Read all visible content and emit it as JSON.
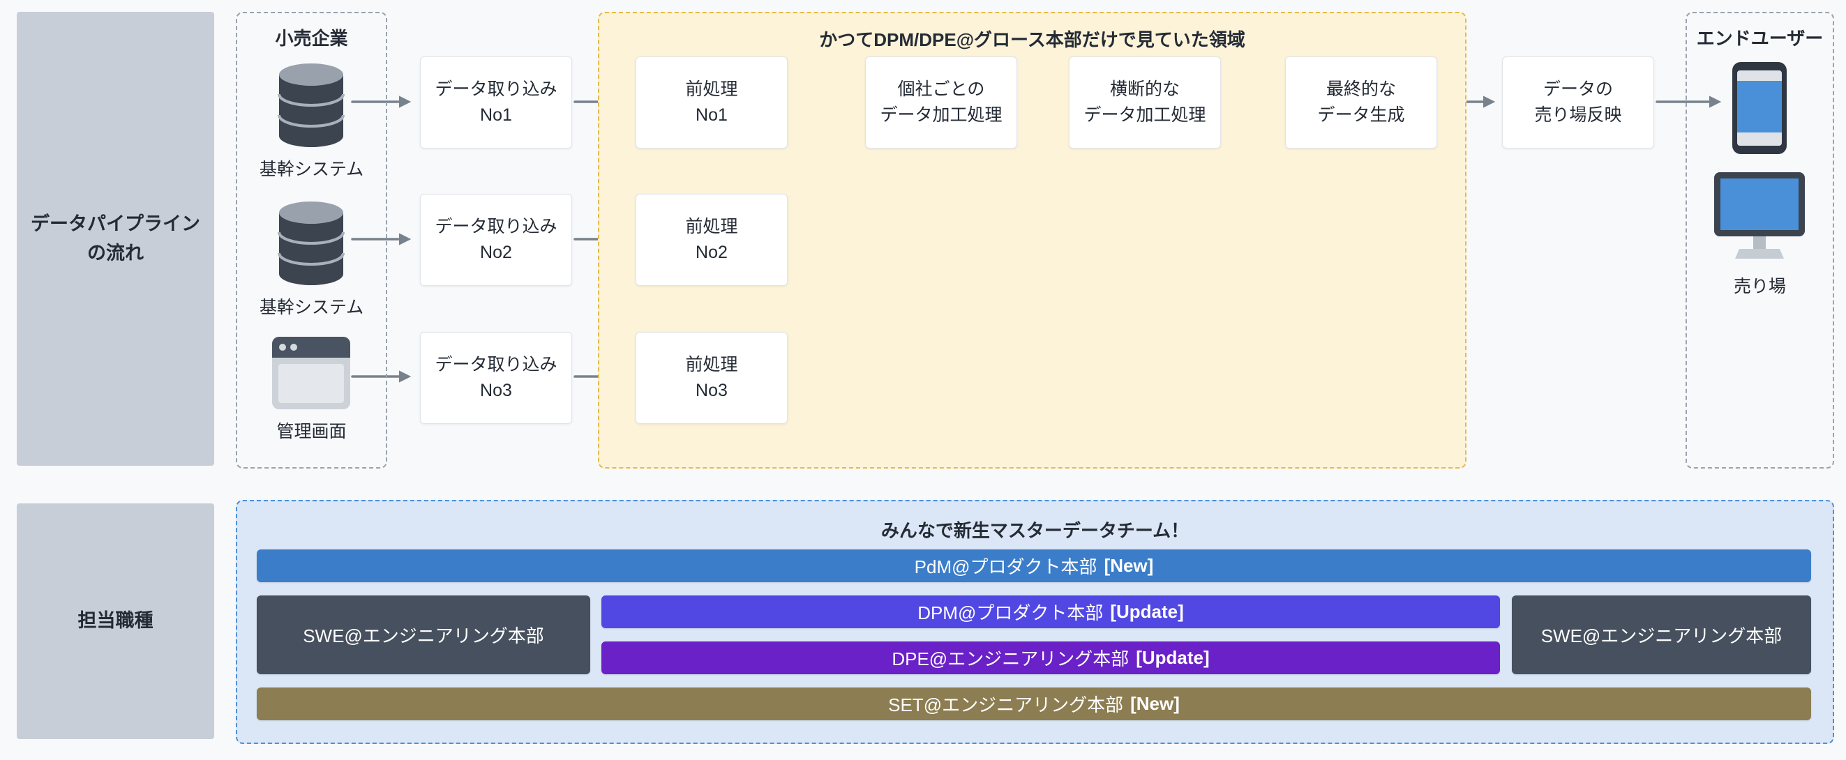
{
  "pipeline": {
    "flow_label": "データパイプライン\nの流れ",
    "retail": {
      "title": "小売企業",
      "sources": [
        {
          "icon": "database-icon",
          "label": "基幹システム"
        },
        {
          "icon": "database-icon",
          "label": "基幹システム"
        },
        {
          "icon": "admin-screen-icon",
          "label": "管理画面"
        }
      ]
    },
    "ingest": [
      "データ取り込み\nNo1",
      "データ取り込み\nNo2",
      "データ取り込み\nNo3"
    ],
    "growth": {
      "title": "かつてDPM/DPE@グロース本部だけで見ていた領域",
      "preprocess": [
        "前処理\nNo1",
        "前処理\nNo2",
        "前処理\nNo3"
      ],
      "steps": [
        "個社ごとの\nデータ加工処理",
        "横断的な\nデータ加工処理",
        "最終的な\nデータ生成"
      ]
    },
    "publish": "データの\n売り場反映",
    "enduser": {
      "title": "エンドユーザー",
      "store_label": "売り場"
    }
  },
  "roles": {
    "section_label": "担当職種",
    "team_title": "みんなで新生マスターデータチーム！",
    "pdm": {
      "label": "PdM@プロダクト本部",
      "tag": "[New]"
    },
    "swe_left": "SWE@エンジニアリング本部",
    "dpm": {
      "label": "DPM@プロダクト本部",
      "tag": "[Update]"
    },
    "dpe": {
      "label": "DPE@エンジニアリング本部",
      "tag": "[Update]"
    },
    "swe_right": "SWE@エンジニアリング本部",
    "set": {
      "label": "SET@エンジニアリング本部",
      "tag": "[New]"
    }
  },
  "colors": {
    "pdm_bar": "#3b7dc9",
    "dpm_bar": "#5148e4",
    "dpe_bar": "#6a21c8",
    "set_bar": "#8c7d52",
    "swe_box": "#47505e",
    "team_area_bg": "#dbe7f6",
    "team_area_border": "#4e90d9",
    "growth_area_bg": "#fcf3d8",
    "growth_area_border": "#e3bb4f",
    "panel_bg": "#c7ced8",
    "screen_blue": "#4a90d9",
    "arrow": "#78828d"
  }
}
